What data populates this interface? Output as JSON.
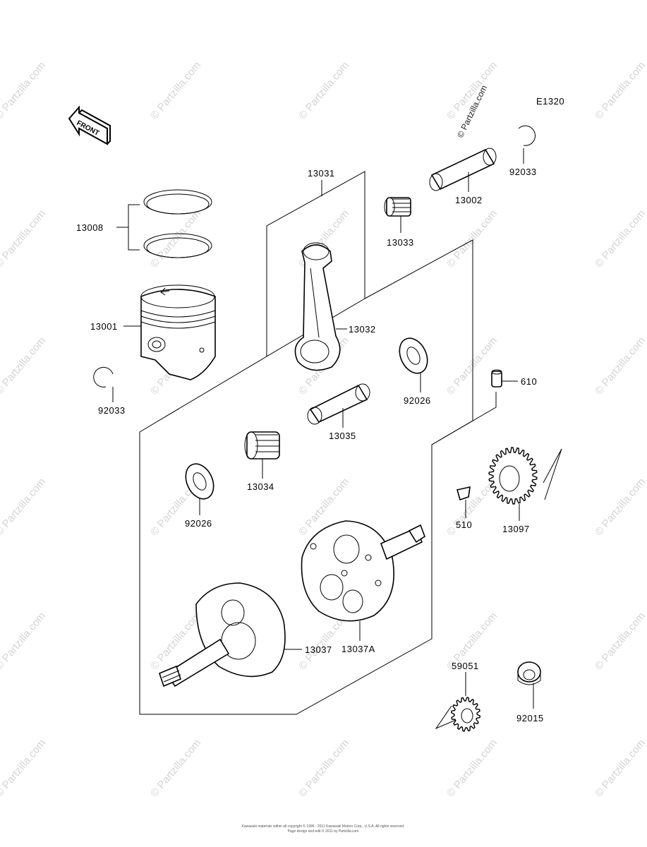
{
  "diagram_code": "E1320",
  "front_label": "FRONT",
  "watermark_text": "© Partzilla.com",
  "watermark_top": "© Partzilla.com",
  "copyright_line1": "Kawasaki materials within all copyright © 1996 - 2011 Kawasaki Motors Corp., U.S.A. All rights reserved.",
  "copyright_line2": "Page design and edit © 2011 by Partzilla.com",
  "parts": {
    "p13031": "13031",
    "p13008": "13008",
    "p13001": "13001",
    "p92033a": "92033",
    "p92033b": "92033",
    "p13002": "13002",
    "p13033": "13033",
    "p13032": "13032",
    "p92026a": "92026",
    "p92026b": "92026",
    "p13035": "13035",
    "p13034": "13034",
    "p610": "610",
    "p510": "510",
    "p13097": "13097",
    "p13037": "13037",
    "p13037A": "13037A",
    "p59051": "59051",
    "p92015": "92015"
  }
}
